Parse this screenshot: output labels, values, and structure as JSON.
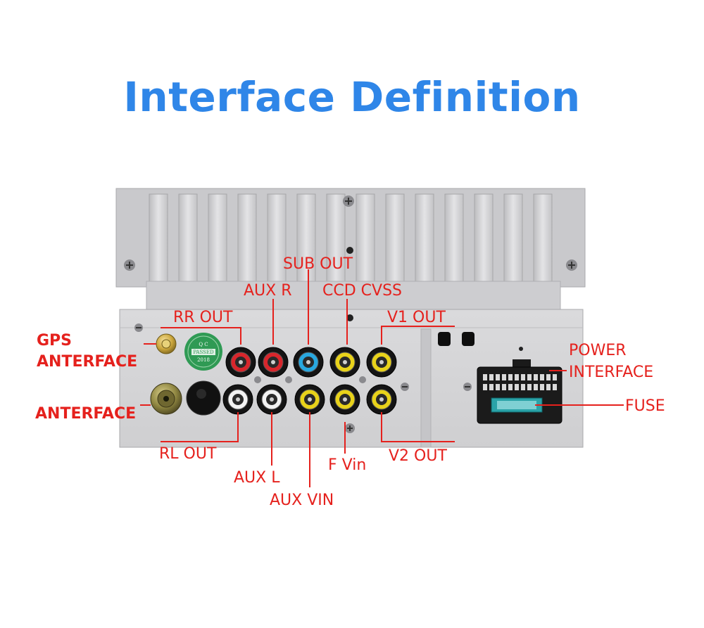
{
  "title": "Interface Definition",
  "colors": {
    "title": "#2f86e8",
    "label": "#e5211d",
    "panel": "#d4d4d6",
    "stamp": "#2f9a54"
  },
  "stamp": {
    "top": "Q C",
    "middle": "PASSED",
    "year": "2018"
  },
  "labels": {
    "sub_out": "SUB OUT",
    "aux_r": "AUX R",
    "ccd_cvss": "CCD CVSS",
    "rr_out": "RR OUT",
    "v1_out": "V1 OUT",
    "gps_line1": "GPS",
    "gps_line2": "ANTERFACE",
    "anterface": "ANTERFACE",
    "power_line1": "POWER",
    "power_line2": "INTERFACE",
    "fuse": "FUSE",
    "rl_out": "RL OUT",
    "aux_l": "AUX L",
    "f_vin": "F Vin",
    "v2_out": "V2 OUT",
    "aux_vin": "AUX VIN"
  }
}
